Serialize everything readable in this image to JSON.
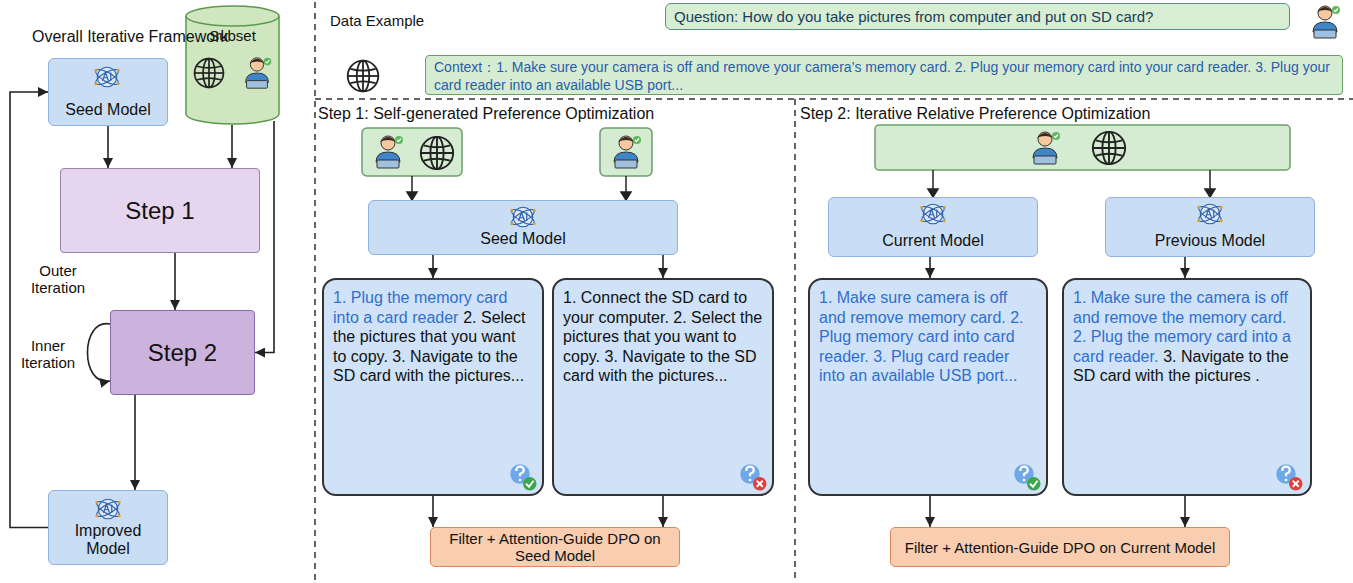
{
  "diagram": {
    "nodes": [
      {
        "text": [
          "Seed Model"
        ]
      },
      {
        "text": [
          "Subset"
        ]
      },
      {
        "text": [
          "Step 1"
        ]
      },
      {
        "text": [
          "Step 2"
        ]
      },
      {
        "text": [
          "Improved Model"
        ]
      },
      {
        "text": [
          "Question: How do you take pictures from computer and put on SD card?"
        ]
      },
      {
        "text": [
          "Context：1. Make sure your camera is off and remove your camera’s memory card. 2. Plug your memory card into your card reader. 3. Plug your card reader into an available USB port..."
        ]
      },
      {
        "text": [
          "Seed Model"
        ]
      },
      {
        "text": [
          "1. Plug the memory card into a card reader",
          "2. Select the pictures that you want to copy. 3. Navigate to the SD card with the pictures..."
        ]
      },
      {
        "text": [
          "1. Connect the SD card to your computer. 2. Select the pictures that you want to copy. 3. Navigate to the SD card with the pictures..."
        ]
      },
      {
        "text": [
          "Filter + Attention-Guide DPO on Seed Model"
        ]
      },
      {
        "text": [
          "Current Model"
        ]
      },
      {
        "text": [
          "Previous Model"
        ]
      },
      {
        "text": [
          "1. Make sure camera is off and remove memory card. 2. Plug memory card into card reader. 3. Plug card reader into an available USB port..."
        ]
      },
      {
        "text": [
          "1. Make sure the camera is off and remove the memory card. 2. Plug the memory card into a card reader.",
          "3. Navigate to the SD card with the pictures ."
        ]
      },
      {
        "text": [
          "Filter + Attention-Guide DPO on Current Model"
        ]
      }
    ],
    "edges": [
      {
        "from": 0,
        "to": 2,
        "arrow": "to"
      },
      {
        "from": 1,
        "to": 2,
        "arrow": "to"
      },
      {
        "from": 2,
        "to": 3,
        "arrow": "to"
      },
      {
        "from": 1,
        "to": 3,
        "arrow": "to"
      },
      {
        "from": 3,
        "to": 4,
        "arrow": "to"
      },
      {
        "from": 4,
        "to": 0,
        "arrow": "to"
      },
      {
        "from": 3,
        "to": 3,
        "arrow": "to"
      },
      {
        "from": 7,
        "to": 8,
        "arrow": "to"
      },
      {
        "from": 7,
        "to": 9,
        "arrow": "to"
      },
      {
        "from": 8,
        "to": 10,
        "arrow": "to"
      },
      {
        "from": 9,
        "to": 10,
        "arrow": "to"
      },
      {
        "from": 11,
        "to": 13,
        "arrow": "to"
      },
      {
        "from": 12,
        "to": 14,
        "arrow": "to"
      },
      {
        "from": 13,
        "to": 15,
        "arrow": "to"
      },
      {
        "from": 14,
        "to": 15,
        "arrow": "to"
      }
    ],
    "labels": [
      "Overall Iterative Framework",
      "Outer Iteration",
      "Inner Iteration",
      "Data Example",
      "Step 1: Self-generated Preference Optimization",
      "Step 2: Iterative Relative Preference Optimization"
    ]
  }
}
